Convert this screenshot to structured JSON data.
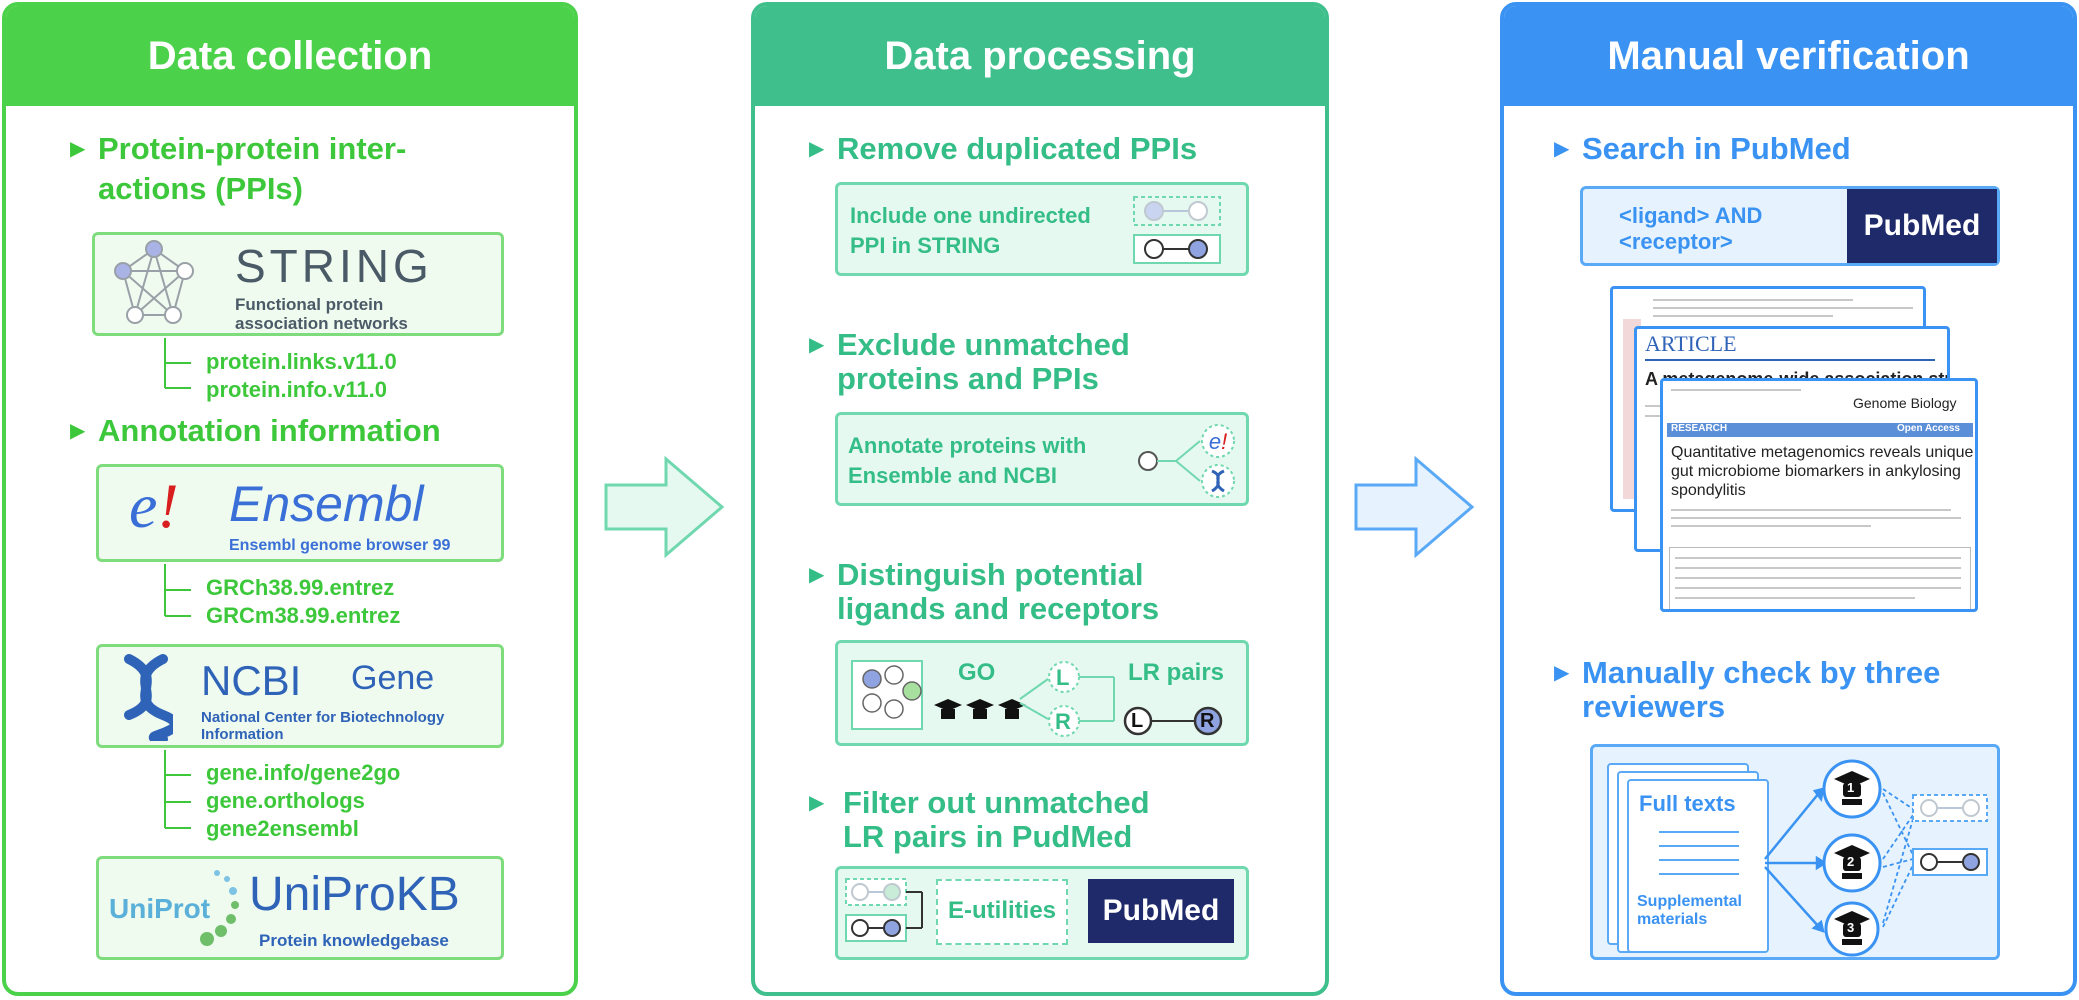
{
  "panels": {
    "collection": {
      "title": "Data collection",
      "ppi_heading_line1": "Protein-protein inter-",
      "ppi_heading_line2": "actions (PPIs)",
      "string": {
        "name": "STRING",
        "subtitle_line1": "Functional protein",
        "subtitle_line2": "association networks"
      },
      "string_files": [
        "protein.links.v11.0",
        "protein.info.v11.0"
      ],
      "annotation_heading": "Annotation information",
      "ensembl": {
        "logo": "e!",
        "name": "Ensembl",
        "subtitle": "Ensembl genome browser 99"
      },
      "ensembl_files": [
        "GRCh38.99.entrez",
        "GRCm38.99.entrez"
      ],
      "ncbi": {
        "name": "NCBI",
        "gene": "Gene",
        "subtitle_line1": "National Center for Biotechnology",
        "subtitle_line2": "Information"
      },
      "ncbi_files": [
        "gene.info/gene2go",
        "gene.orthologs",
        "gene2ensembl"
      ],
      "uniprot": {
        "logo": "UniProt",
        "name": "UniProKB",
        "subtitle": "Protein knowledgebase"
      }
    },
    "processing": {
      "title": "Data processing",
      "step1": {
        "heading": "Remove duplicated PPIs",
        "line1": "Include one undirected",
        "line2": "PPI in STRING"
      },
      "step2": {
        "heading_line1": "Exclude unmatched",
        "heading_line2": "proteins and PPIs",
        "line1": "Annotate proteins with",
        "line2": "Ensemble and NCBI",
        "icon_e": "e!"
      },
      "step3": {
        "heading_line1": "Distinguish potential",
        "heading_line2": "ligands and receptors",
        "go": "GO",
        "lr_pairs": "LR pairs",
        "l": "L",
        "r": "R"
      },
      "step4": {
        "heading_line1": "Filter out unmatched",
        "heading_line2": "LR pairs in PudMed",
        "eutils": "E-utilities",
        "pubmed": "PubMed"
      }
    },
    "verification": {
      "title": "Manual verification",
      "search_heading": "Search in PubMed",
      "query_line1": "<ligand> AND",
      "query_line2": "<receptor>",
      "pubmed": "PubMed",
      "paper_back_title": "ARTICLE",
      "paper_front_journal": "Genome Biology",
      "paper_front_section": "RESEARCH",
      "paper_front_access": "Open Access",
      "paper_front_title_line1": "Quantitative metagenomics reveals unique",
      "paper_front_title_line2": "gut microbiome biomarkers in ankylosing",
      "paper_front_title_line3": "spondylitis",
      "paper_mid_title": "A metagenome-wide association study of",
      "check_heading_line1": "Manually check by three",
      "check_heading_line2": "reviewers",
      "full_texts": "Full texts",
      "supplemental_line1": "Supplemental",
      "supplemental_line2": "materials",
      "reviewers": [
        "1",
        "2",
        "3"
      ]
    }
  },
  "colors": {
    "collection": "#4cd14a",
    "processing": "#3fbf8c",
    "verification": "#3a93f2",
    "pubmed_navy": "#1f2a6b"
  }
}
